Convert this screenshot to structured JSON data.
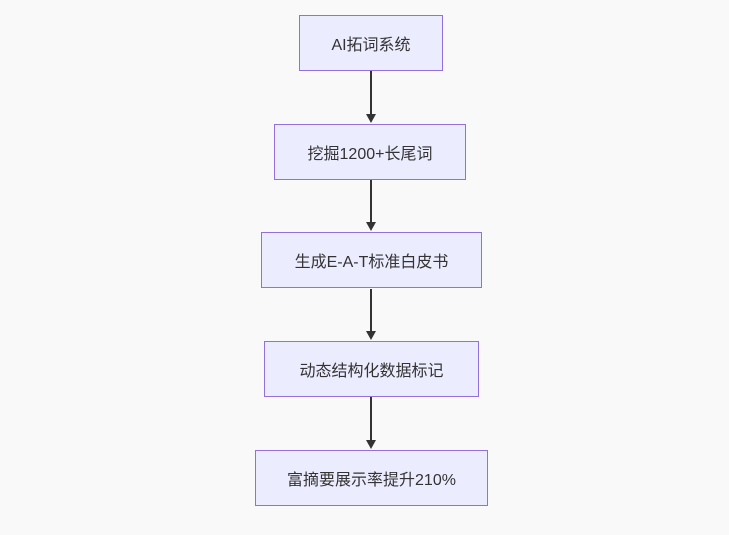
{
  "diagram": {
    "type": "flowchart",
    "direction": "top-down",
    "nodes": [
      {
        "id": "A",
        "label": "AI拓词系统"
      },
      {
        "id": "B",
        "label": "挖掘1200+长尾词"
      },
      {
        "id": "C",
        "label": "生成E-A-T标准白皮书"
      },
      {
        "id": "D",
        "label": "动态结构化数据标记"
      },
      {
        "id": "E",
        "label": "富摘要展示率提升210%"
      }
    ],
    "edges": [
      {
        "from": "A",
        "to": "B",
        "style": "arrow-down"
      },
      {
        "from": "B",
        "to": "C",
        "style": "arrow-down"
      },
      {
        "from": "C",
        "to": "D",
        "style": "arrow-down"
      },
      {
        "from": "D",
        "to": "E",
        "style": "arrow-down"
      }
    ],
    "colors": {
      "background": "#f9f9f9",
      "node_fill": "#ECECFF",
      "node_border": "#9370DB",
      "edge_line": "#333333",
      "text": "#333333"
    }
  }
}
